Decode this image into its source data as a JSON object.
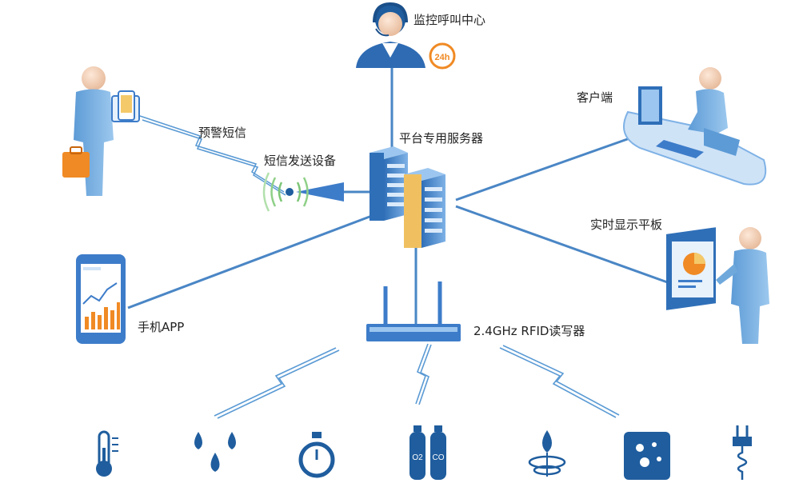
{
  "labels": {
    "call_center": "监控呼叫中心",
    "badge_24h": "24h",
    "server": "平台专用服务器",
    "sms_alert": "预警短信",
    "sms_device": "短信发送设备",
    "client": "客户端",
    "tablet": "实时显示平板",
    "mobile_app": "手机APP",
    "rfid_reader": "2.4GHz RFID读写器",
    "gas_o2": "O2",
    "gas_co": "CO"
  },
  "colors": {
    "line": "#4a86c5",
    "person": "#6fa9dc",
    "device": "#3d7cc9",
    "orange": "#f08a24"
  },
  "sensors": [
    "thermometer-icon",
    "water-drops-icon",
    "stopwatch-icon",
    "gas-cylinder-icon",
    "flame-icon",
    "smoke-detector-icon",
    "power-plug-icon"
  ]
}
